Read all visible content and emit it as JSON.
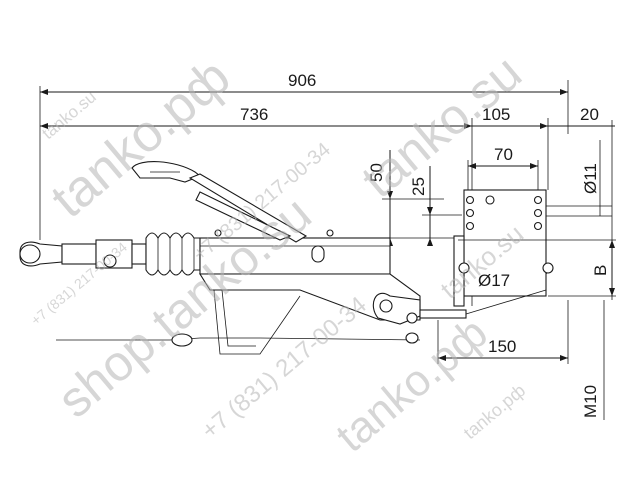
{
  "dimensions": {
    "overall_length": "906",
    "body_length": "736",
    "flange_width": "105",
    "flange_offset": "20",
    "bolt_spacing_h": "70",
    "height_50": "50",
    "height_25": "25",
    "hole_small": "Ø11",
    "hole_large": "Ø17",
    "width_b": "B",
    "rod_length": "150",
    "thread": "M10"
  },
  "watermarks": {
    "domain_rf": "tanko.рф",
    "domain_su": "tanko.su",
    "phone": "+7 (831) 217-00-34",
    "shop": "shop.tanko.su",
    "domain_rf_small": "tanko.рф"
  }
}
